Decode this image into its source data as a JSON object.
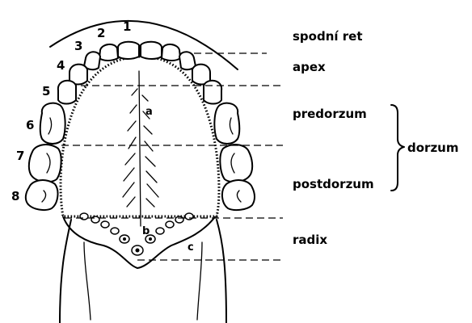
{
  "labels": {
    "spodni_ret": "spodní ret",
    "apex": "apex",
    "predorzum": "predorzum",
    "postdorzum": "postdorzum",
    "dorzum": "dorzum",
    "radix": "radix"
  },
  "points": {
    "a": "a",
    "b": "b",
    "c": "c"
  },
  "teeth_numbers": [
    "1",
    "2",
    "3",
    "4",
    "5",
    "6",
    "7",
    "8"
  ]
}
